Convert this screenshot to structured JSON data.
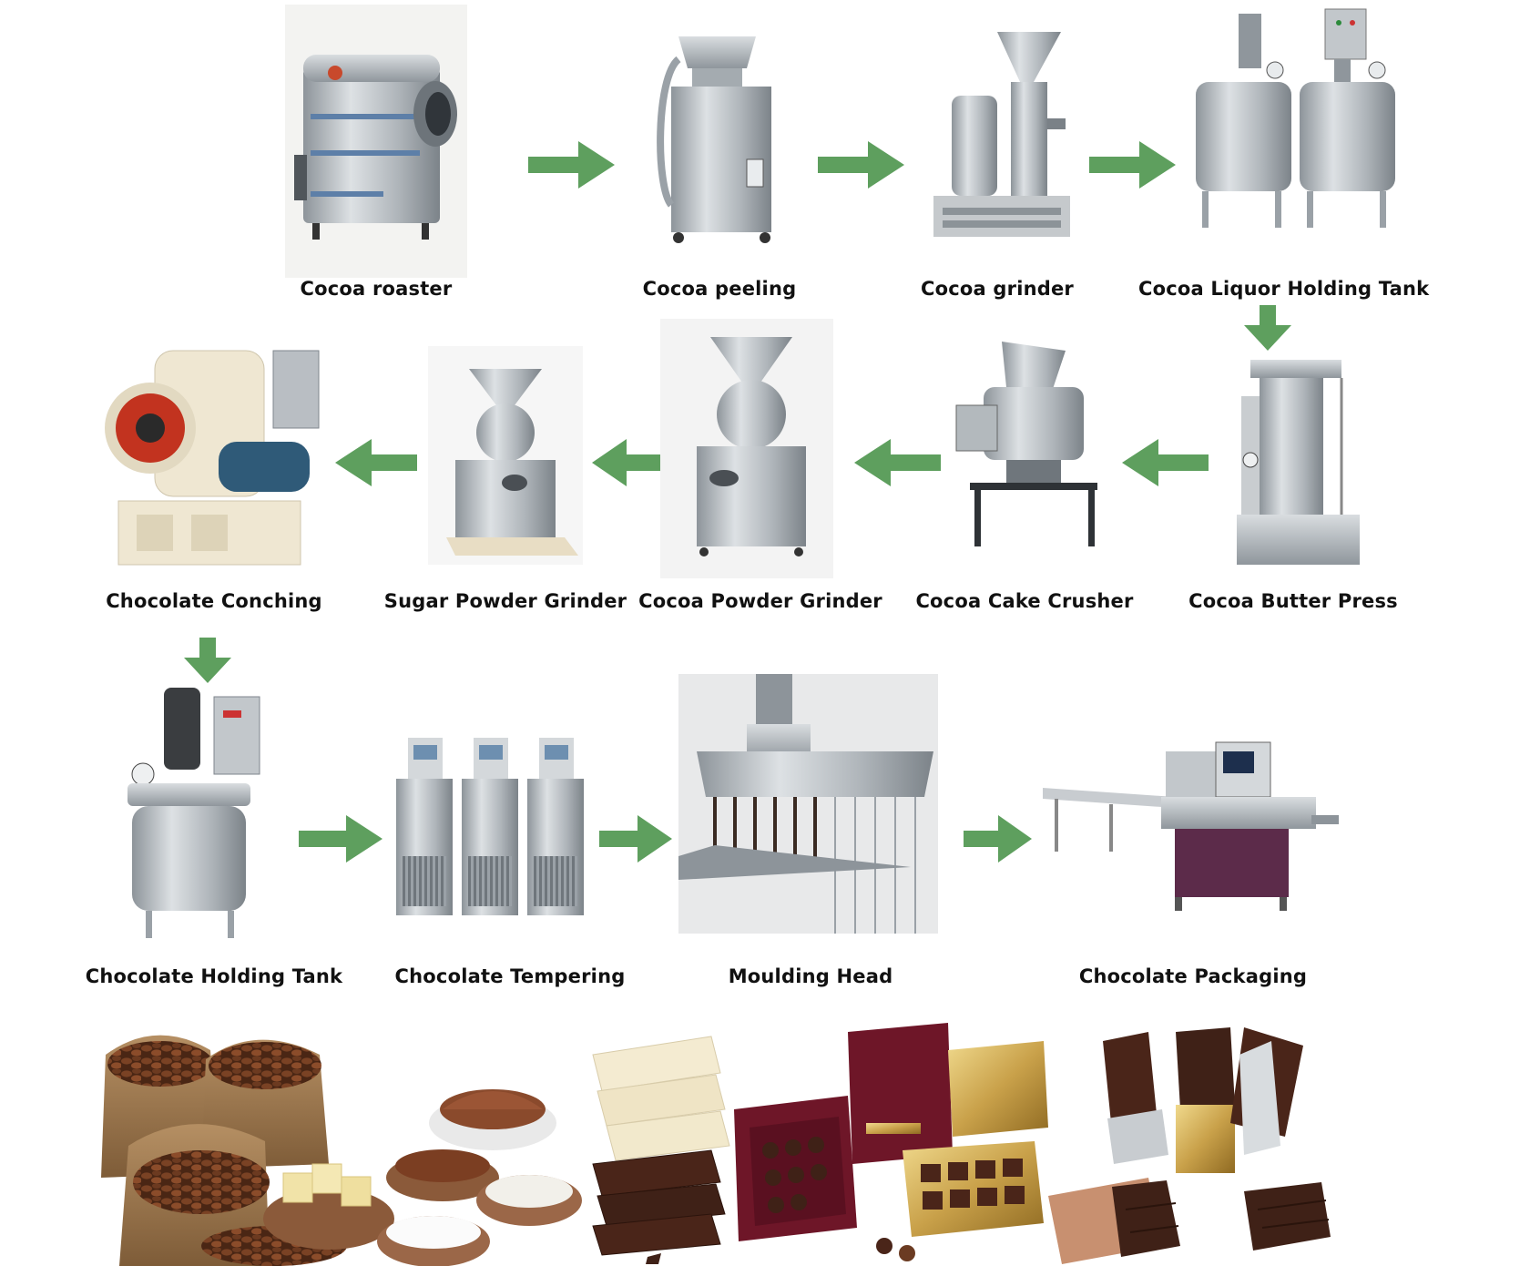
{
  "colors": {
    "arrow": "#5e9f5e",
    "steel": "#b9bec3",
    "steel_dark": "#7f868c",
    "cream": "#efe7d2",
    "motor": "#2f5a78",
    "cocoa": "#6b3b22",
    "chocolate": "#3f2117",
    "gold": "#c9a14a",
    "velvet": "#6e1628"
  },
  "steps": [
    {
      "id": "roaster",
      "label": "Cocoa roaster",
      "icon": "roaster-machine-icon"
    },
    {
      "id": "peeling",
      "label": "Cocoa peeling",
      "icon": "peeling-machine-icon"
    },
    {
      "id": "grinder",
      "label": "Cocoa grinder",
      "icon": "colloid-grinder-icon"
    },
    {
      "id": "liquor-tank",
      "label": "Cocoa Liquor Holding Tank",
      "icon": "twin-tank-icon"
    },
    {
      "id": "butter-press",
      "label": "Cocoa Butter Press",
      "icon": "hydraulic-press-icon"
    },
    {
      "id": "cake-crusher",
      "label": "Cocoa Cake Crusher",
      "icon": "crusher-icon"
    },
    {
      "id": "cocoa-powder-grinder",
      "label": "Cocoa Powder Grinder",
      "icon": "pulverizer-icon"
    },
    {
      "id": "sugar-powder-grinder",
      "label": "Sugar Powder Grinder",
      "icon": "pulverizer-icon"
    },
    {
      "id": "conching",
      "label": "Chocolate Conching",
      "icon": "conche-machine-icon"
    },
    {
      "id": "choc-holding-tank",
      "label": "Chocolate Holding Tank",
      "icon": "mixing-tank-icon"
    },
    {
      "id": "tempering",
      "label": "Chocolate Tempering",
      "icon": "tempering-machine-icon"
    },
    {
      "id": "moulding-head",
      "label": "Moulding Head",
      "icon": "depositor-head-icon"
    },
    {
      "id": "packaging",
      "label": "Chocolate Packaging",
      "icon": "flow-wrapper-icon"
    }
  ],
  "products": [
    {
      "id": "cocoa-beans",
      "icon": "cocoa-beans-sack-icon"
    },
    {
      "id": "powders",
      "icon": "cocoa-powder-bowls-icon"
    },
    {
      "id": "bars-stack",
      "icon": "chocolate-bars-stack-icon"
    },
    {
      "id": "gift-boxes",
      "icon": "chocolate-gift-box-icon"
    },
    {
      "id": "wrapped-bars",
      "icon": "wrapped-chocolate-bar-icon"
    }
  ]
}
